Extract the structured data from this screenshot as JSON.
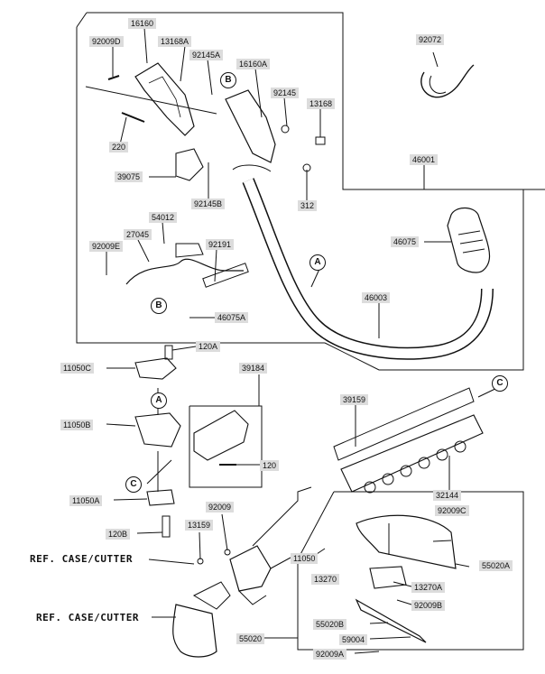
{
  "diagram": {
    "part_labels": {
      "p16160": "16160",
      "p92009D": "92009D",
      "p13168A": "13168A",
      "p92145A": "92145A",
      "p16160A": "16160A",
      "p92145": "92145",
      "p13168": "13168",
      "p220": "220",
      "p39075": "39075",
      "p92145B": "92145B",
      "p312": "312",
      "p54012": "54012",
      "p27045": "27045",
      "p92009E": "92009E",
      "p92191": "92191",
      "p46075A": "46075A",
      "p92072": "92072",
      "p46001": "46001",
      "p46075": "46075",
      "p46003": "46003",
      "p120A": "120A",
      "p11050C": "11050C",
      "p39184": "39184",
      "p11050B": "11050B",
      "p120": "120",
      "p11050A": "11050A",
      "p120B": "120B",
      "p92009": "92009",
      "p13159": "13159",
      "p11050": "11050",
      "p39159": "39159",
      "p32144": "32144",
      "p92009C": "92009C",
      "p55020A": "55020A",
      "p13270": "13270",
      "p13270A": "13270A",
      "p92009B": "92009B",
      "p55020B": "55020B",
      "p59004": "59004",
      "p92009A": "92009A",
      "p55020": "55020"
    },
    "callouts": {
      "A": "A",
      "B": "B",
      "C": "C"
    },
    "references": {
      "ref_case_cutter_1": "REF. CASE/CUTTER",
      "ref_case_cutter_2": "REF. CASE/CUTTER"
    }
  }
}
